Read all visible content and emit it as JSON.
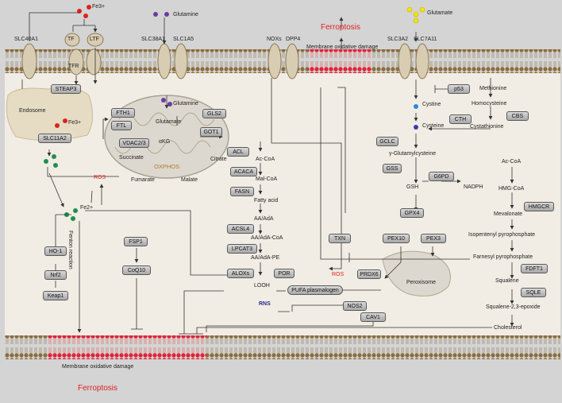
{
  "labels": {
    "fe3_top": "Fe3+",
    "glutamine_top": "Glutamine",
    "ferroptosis_top": "Ferroptosis",
    "glutamate_top": "Glutamate",
    "slc40a1": "SLC40A1",
    "tf": "TF",
    "ltf": "LTF",
    "tfr": "TFR",
    "slc38a1": "SLC38A1",
    "slc1a5": "SLC1A5",
    "noxs": "NOXs",
    "dpp4": "DPP4",
    "membrane_damage_top": "Membrane oxidative damage",
    "slc3a2": "SLC3A2",
    "slc7a11": "SLC7A11",
    "endosome": "Endosome",
    "steap3": "STEAP3",
    "fe3_endo": "Fe3+",
    "slc11a2": "SLC11A2",
    "fth1": "FTH1",
    "ftl": "FTL",
    "glutamine_in": "Glutamine",
    "gls2": "GLS2",
    "glutamate_in": "Glutamate",
    "got1": "GOT1",
    "vdac": "VDAC2/3",
    "akg": "αKG",
    "succinate": "Succinate",
    "oxphos": "OXPHOS",
    "fumarate": "Fumarate",
    "malate": "Malate",
    "citrate": "Citrate",
    "acl": "ACL",
    "acoa1": "Ac-CoA",
    "acaca": "ACACA",
    "malcoa": "Mal-CoA",
    "fasn": "FASN",
    "fatty_acid": "Fatty acid",
    "aa_ada": "AA/AdA",
    "acsl4": "ACSL4",
    "aa_coa": "AA/AdA-CoA",
    "lpcat3": "LPCAT3",
    "aa_pe": "AA/AdA-PE",
    "alox": "ALOXs",
    "por": "POR",
    "looh": "LOOH",
    "ros_mid": "ROS",
    "fe2": "Fe2+",
    "fenton": "Fenton reaction",
    "ho1": "HO-1",
    "nrf2": "Nrf2",
    "keap1": "Keap1",
    "fsp1": "FSP1",
    "coq10": "CoQ10",
    "cystine": "Cystine",
    "p53": "p53",
    "cysteine": "Cysteine",
    "gclc": "GCLC",
    "gglu": "γ-Glutamylcysteine",
    "gss": "GSS",
    "g6pd": "G6PD",
    "gsh": "GSH",
    "nadph": "NADPH",
    "gpx4": "GPX4",
    "methionine": "Methionine",
    "homocysteine": "Homocysteine",
    "cbs": "CBS",
    "cth": "CTH",
    "cystathionine": "Cystathionine",
    "acoa2": "Ac-CoA",
    "hmgcoa": "HMG-CoA",
    "hmgcr": "HMGCR",
    "mevalonate": "Mevalonate",
    "ipp": "Isopentenyl pyrophosphate",
    "fpp": "Farnesyl pyrophosphate",
    "fdft1": "FDFT1",
    "squalene": "Squalene",
    "sqle": "SQLE",
    "sq_epox": "Squalene-2,3-epoxide",
    "cholesterol": "Cholesterol",
    "txn": "TXN",
    "pex10": "PEX10",
    "pex3": "PEX3",
    "ros_right": "ROS",
    "prdx": "PRDX6",
    "peroxisome": "Peroxisome",
    "pufa": "PUFA plasmalogen",
    "rns": "RNS",
    "nos2": "NOS2",
    "cav1": "CAV1",
    "membrane_damage_bottom": "Membrane oxidative damage",
    "ferroptosis_bottom": "Ferroptosis"
  }
}
